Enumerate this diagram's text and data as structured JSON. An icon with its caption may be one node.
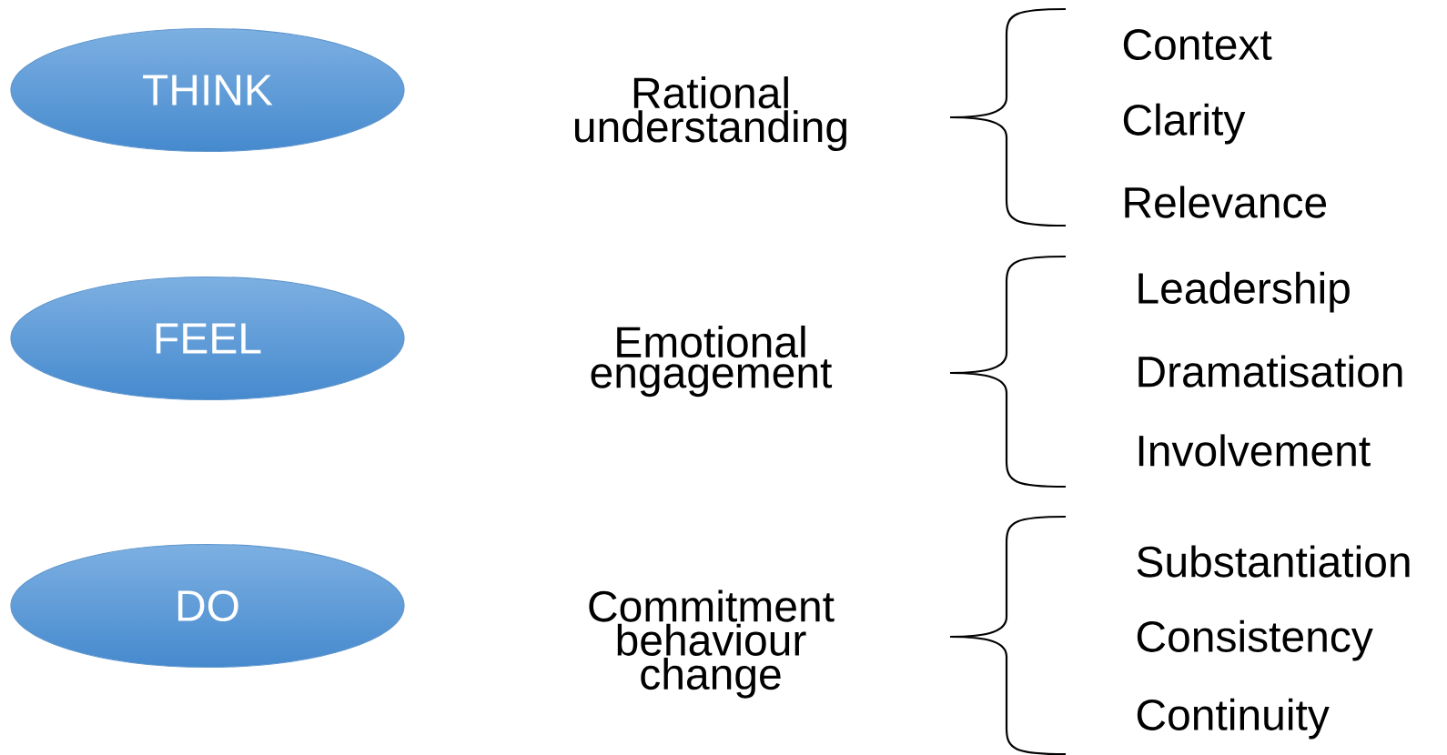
{
  "diagram": {
    "nodes": [
      {
        "text": [
          "THINK"
        ]
      },
      {
        "text": [
          "FEEL"
        ]
      },
      {
        "text": [
          "DO"
        ]
      }
    ],
    "labels": [
      "Rational understanding",
      "Context",
      "Clarity",
      "Relevance",
      "Emotional engagement",
      "Leadership",
      "Dramatisation",
      "Involvement",
      "Commitment behaviour change",
      "Substantiation",
      "Consistency",
      "Continuity"
    ]
  }
}
